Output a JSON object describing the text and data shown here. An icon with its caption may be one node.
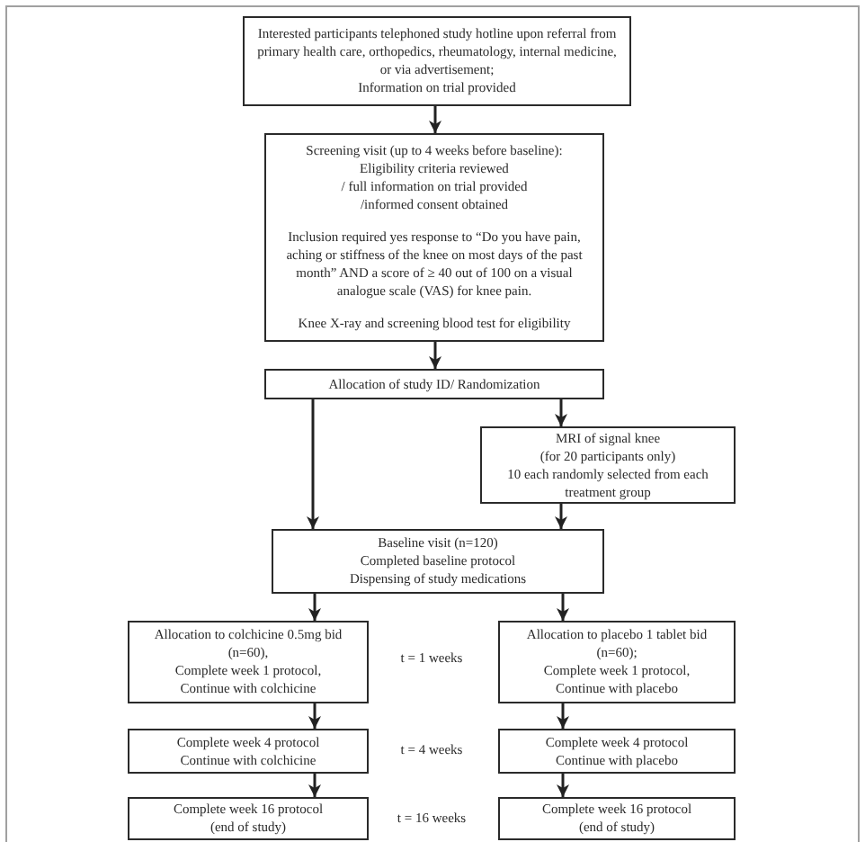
{
  "diagram": {
    "nodes": [
      {
        "text": [
          "Interested participants telephoned study hotline upon referral from primary health care, orthopedics, rheumatology, internal medicine, or via advertisement;",
          "Information on trial provided"
        ]
      },
      {
        "text": [
          "Screening visit (up to 4 weeks before baseline):",
          "Eligibility criteria reviewed",
          "/ full information on trial provided",
          "/informed consent obtained",
          "Inclusion required yes response to “Do you have pain, aching or stiffness of the knee on most days of the past month” AND a score of ≥ 40 out of 100 on a visual analogue scale (VAS) for knee pain.",
          "Knee X-ray and screening blood test for eligibility"
        ]
      },
      {
        "text": [
          "Allocation of study ID/ Randomization"
        ]
      },
      {
        "text": [
          "MRI of signal knee",
          "(for 20 participants only)",
          "10 each randomly selected from each treatment group"
        ]
      },
      {
        "text": [
          "Baseline visit (n=120)",
          "Completed baseline protocol",
          "Dispensing of study medications"
        ]
      },
      {
        "text": [
          "Allocation to colchicine 0.5mg bid (n=60),",
          "Complete week 1 protocol,",
          "Continue with colchicine"
        ]
      },
      {
        "text": [
          "Allocation to placebo 1 tablet bid (n=60);",
          "Complete week 1 protocol,",
          "Continue with placebo"
        ]
      },
      {
        "text": [
          "Complete week 4 protocol",
          "Continue with colchicine"
        ]
      },
      {
        "text": [
          "Complete week 4 protocol",
          "Continue with placebo"
        ]
      },
      {
        "text": [
          "Complete week 16 protocol",
          "(end of study)"
        ]
      },
      {
        "text": [
          "Complete week 16 protocol",
          "(end of study)"
        ]
      }
    ],
    "edges": [
      {
        "from": 0,
        "to": 1,
        "arrow": "to"
      },
      {
        "from": 1,
        "to": 2,
        "arrow": "to"
      },
      {
        "from": 2,
        "to": 4,
        "arrow": "to"
      },
      {
        "from": 2,
        "to": 3,
        "arrow": "to"
      },
      {
        "from": 3,
        "to": 4,
        "arrow": "to"
      },
      {
        "from": 4,
        "to": 5,
        "arrow": "to"
      },
      {
        "from": 4,
        "to": 6,
        "arrow": "to"
      },
      {
        "from": 5,
        "to": 7,
        "arrow": "to"
      },
      {
        "from": 7,
        "to": 9,
        "arrow": "to"
      },
      {
        "from": 6,
        "to": 8,
        "arrow": "to"
      },
      {
        "from": 8,
        "to": 10,
        "arrow": "to"
      }
    ],
    "labels": [
      "t = 1 weeks",
      "t = 4 weeks",
      "t = 16 weeks"
    ]
  }
}
